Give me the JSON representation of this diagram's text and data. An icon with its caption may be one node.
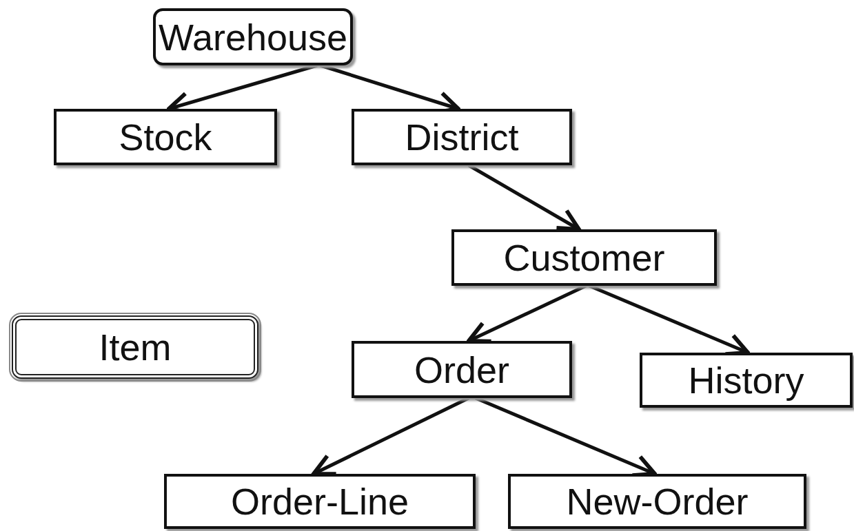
{
  "diagram": {
    "nodes": [
      {
        "text": [
          "Warehouse"
        ]
      },
      {
        "text": [
          "Stock"
        ]
      },
      {
        "text": [
          "District"
        ]
      },
      {
        "text": [
          "Customer"
        ]
      },
      {
        "text": [
          "Item"
        ]
      },
      {
        "text": [
          "Order"
        ]
      },
      {
        "text": [
          "History"
        ]
      },
      {
        "text": [
          "Order-Line"
        ]
      },
      {
        "text": [
          "New-Order"
        ]
      }
    ],
    "edges": [
      {
        "from": 0,
        "to": 1,
        "arrow": "to"
      },
      {
        "from": 0,
        "to": 2,
        "arrow": "to"
      },
      {
        "from": 2,
        "to": 3,
        "arrow": "to"
      },
      {
        "from": 3,
        "to": 5,
        "arrow": "to"
      },
      {
        "from": 3,
        "to": 6,
        "arrow": "to"
      },
      {
        "from": 5,
        "to": 7,
        "arrow": "to"
      },
      {
        "from": 5,
        "to": 8,
        "arrow": "to"
      }
    ]
  }
}
